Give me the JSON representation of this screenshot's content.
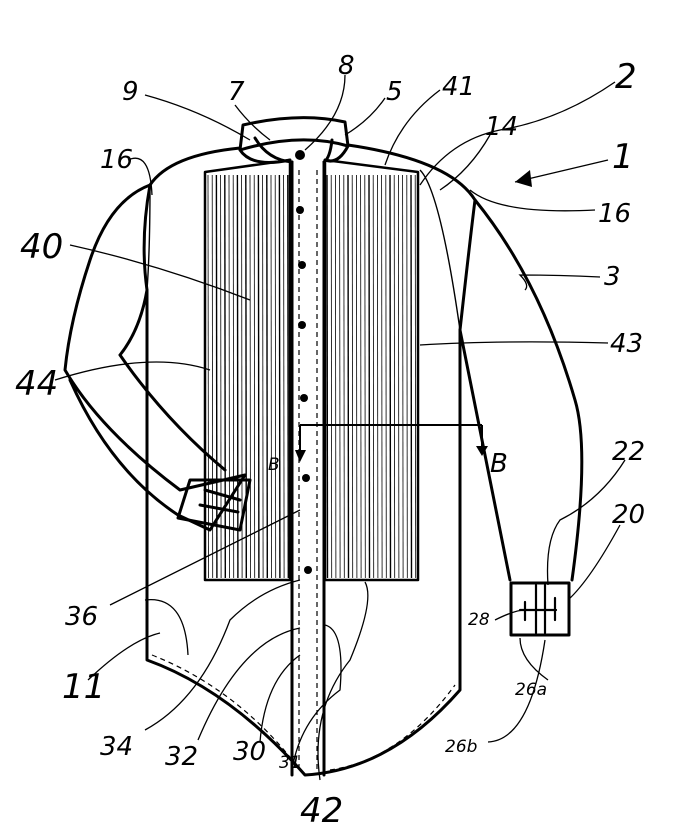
{
  "figure": {
    "reference_numerals": {
      "n9": "9",
      "n7": "7",
      "n8": "8",
      "n5": "5",
      "n41": "41",
      "n2": "2",
      "n14": "14",
      "n1": "1",
      "n16a": "16",
      "n16b": "16",
      "n40": "40",
      "n3": "3",
      "n44": "44",
      "n43": "43",
      "bRight": "B",
      "bLeft": "B",
      "n22": "22",
      "n20": "20",
      "n36": "36",
      "n28": "28",
      "n11": "11",
      "n26a": "26a",
      "n26b": "26b",
      "n34": "34",
      "n32": "32",
      "n30": "30",
      "n31": "31",
      "n42": "42"
    },
    "colors": {
      "ink": "#000000",
      "paper": "#ffffff"
    }
  }
}
